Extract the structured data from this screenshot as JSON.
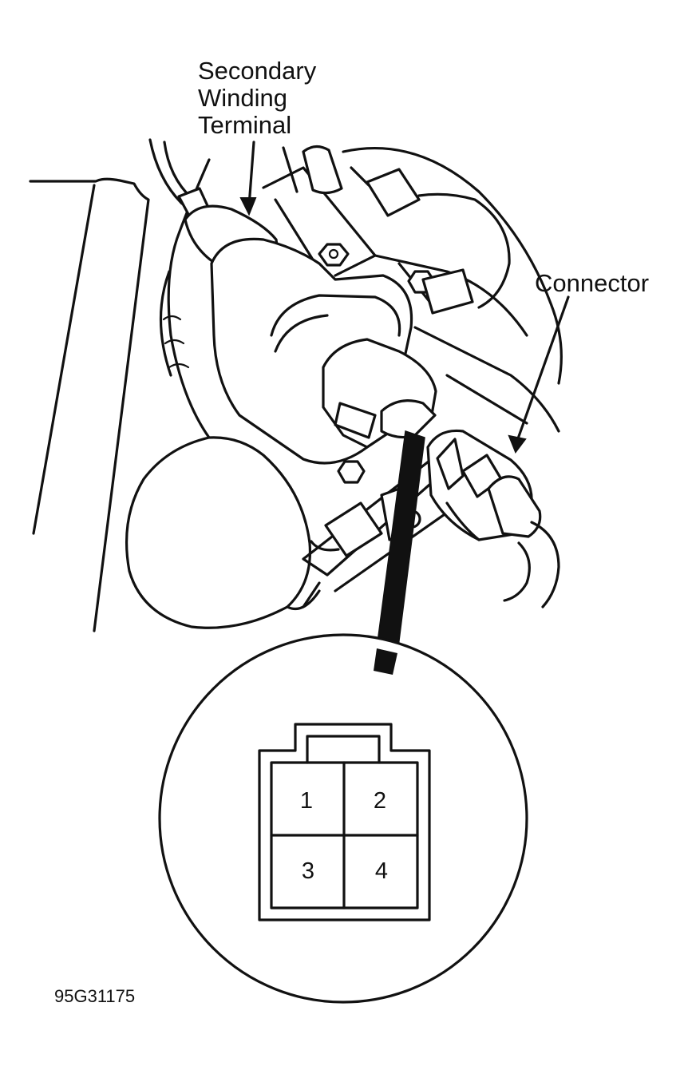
{
  "labels": {
    "secondary_line1": "Secondary",
    "secondary_line2": "Winding",
    "secondary_line3": "Terminal",
    "connector": "Connector"
  },
  "connector_pins": [
    "1",
    "2",
    "3",
    "4"
  ],
  "figure_id": "95G31175"
}
